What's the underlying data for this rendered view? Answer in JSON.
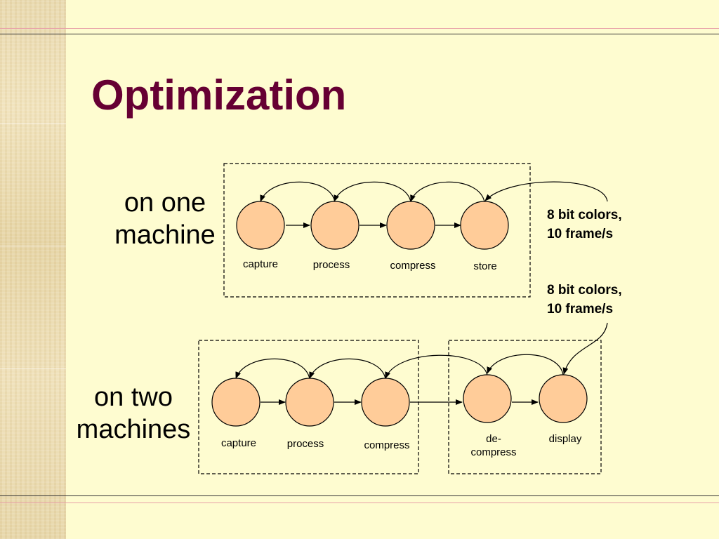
{
  "slide": {
    "title": "Optimization"
  },
  "rows": {
    "one_machine": {
      "label_line1": "on one",
      "label_line2": "machine",
      "annotation_line1": "8 bit colors,",
      "annotation_line2": "10 frame/s",
      "nodes": [
        "capture",
        "process",
        "compress",
        "store"
      ]
    },
    "two_machines": {
      "label_line1": "on two",
      "label_line2": "machines",
      "annotation_line1": "8 bit colors,",
      "annotation_line2": "10 frame/s",
      "nodes": [
        "capture",
        "process",
        "compress",
        "de-",
        "compress",
        "display"
      ]
    }
  },
  "colors": {
    "background": "#fefcd0",
    "title": "#660033",
    "node_fill": "#ffcc99",
    "rule_pink": "#e8a0a8"
  }
}
